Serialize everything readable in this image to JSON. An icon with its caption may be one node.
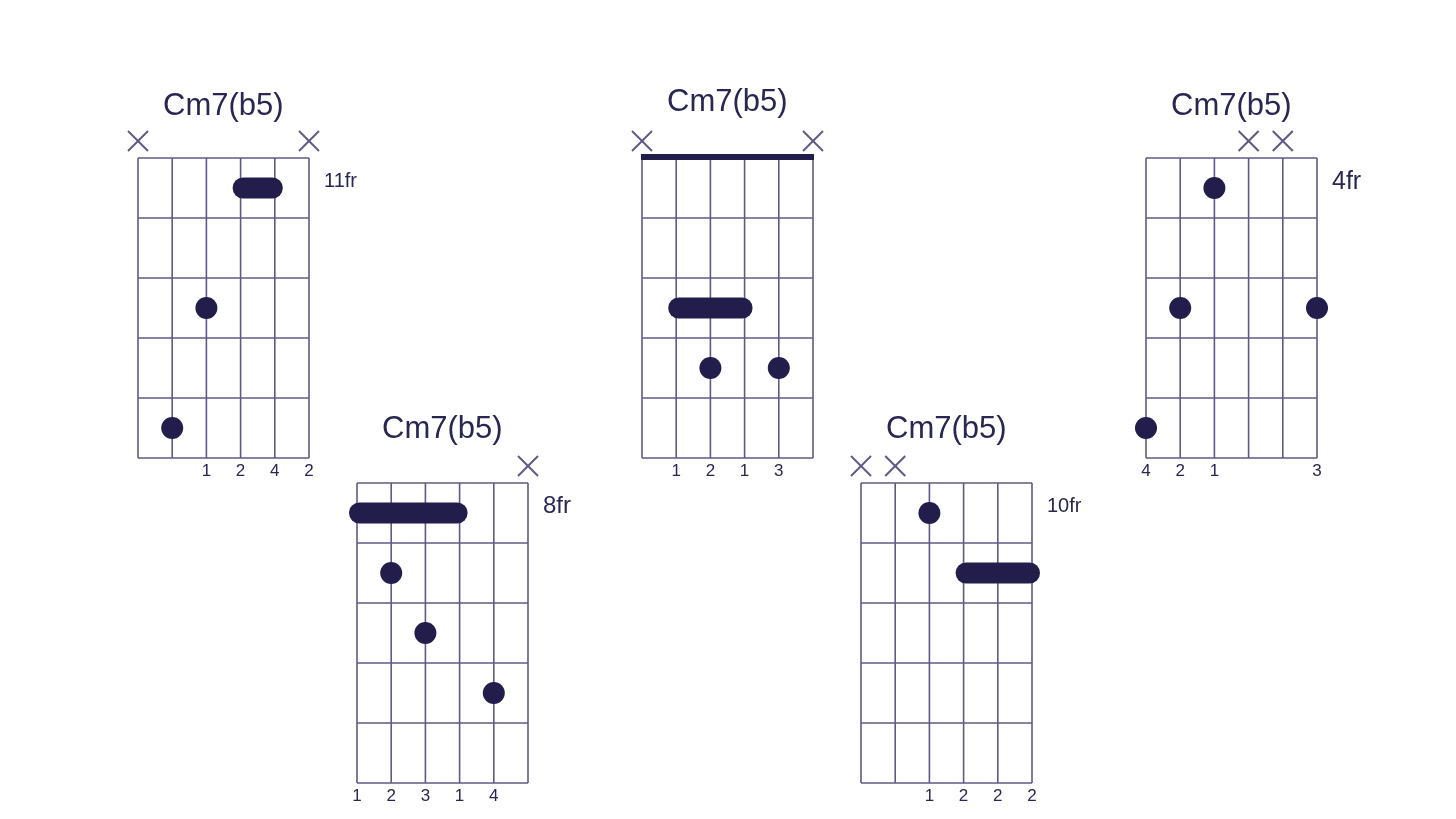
{
  "diagram": {
    "nodes": [
      {
        "text": [
          "Cm7(b5)"
        ],
        "beside": [
          "11fr"
        ]
      },
      {
        "text": [
          "Cm7(b5)"
        ]
      },
      {
        "text": [
          "Cm7(b5)"
        ],
        "beside": [
          "4fr"
        ]
      },
      {
        "text": [
          "Cm7(b5)"
        ],
        "beside": [
          "8fr"
        ]
      },
      {
        "text": [
          "Cm7(b5)"
        ],
        "beside": [
          "10fr"
        ]
      }
    ],
    "labels": [
      "1",
      "2",
      "4",
      "2",
      "1",
      "2",
      "1",
      "3",
      "4",
      "2",
      "1",
      "3",
      "1",
      "2",
      "3",
      "1",
      "4",
      "1",
      "2",
      "2",
      "2"
    ]
  }
}
